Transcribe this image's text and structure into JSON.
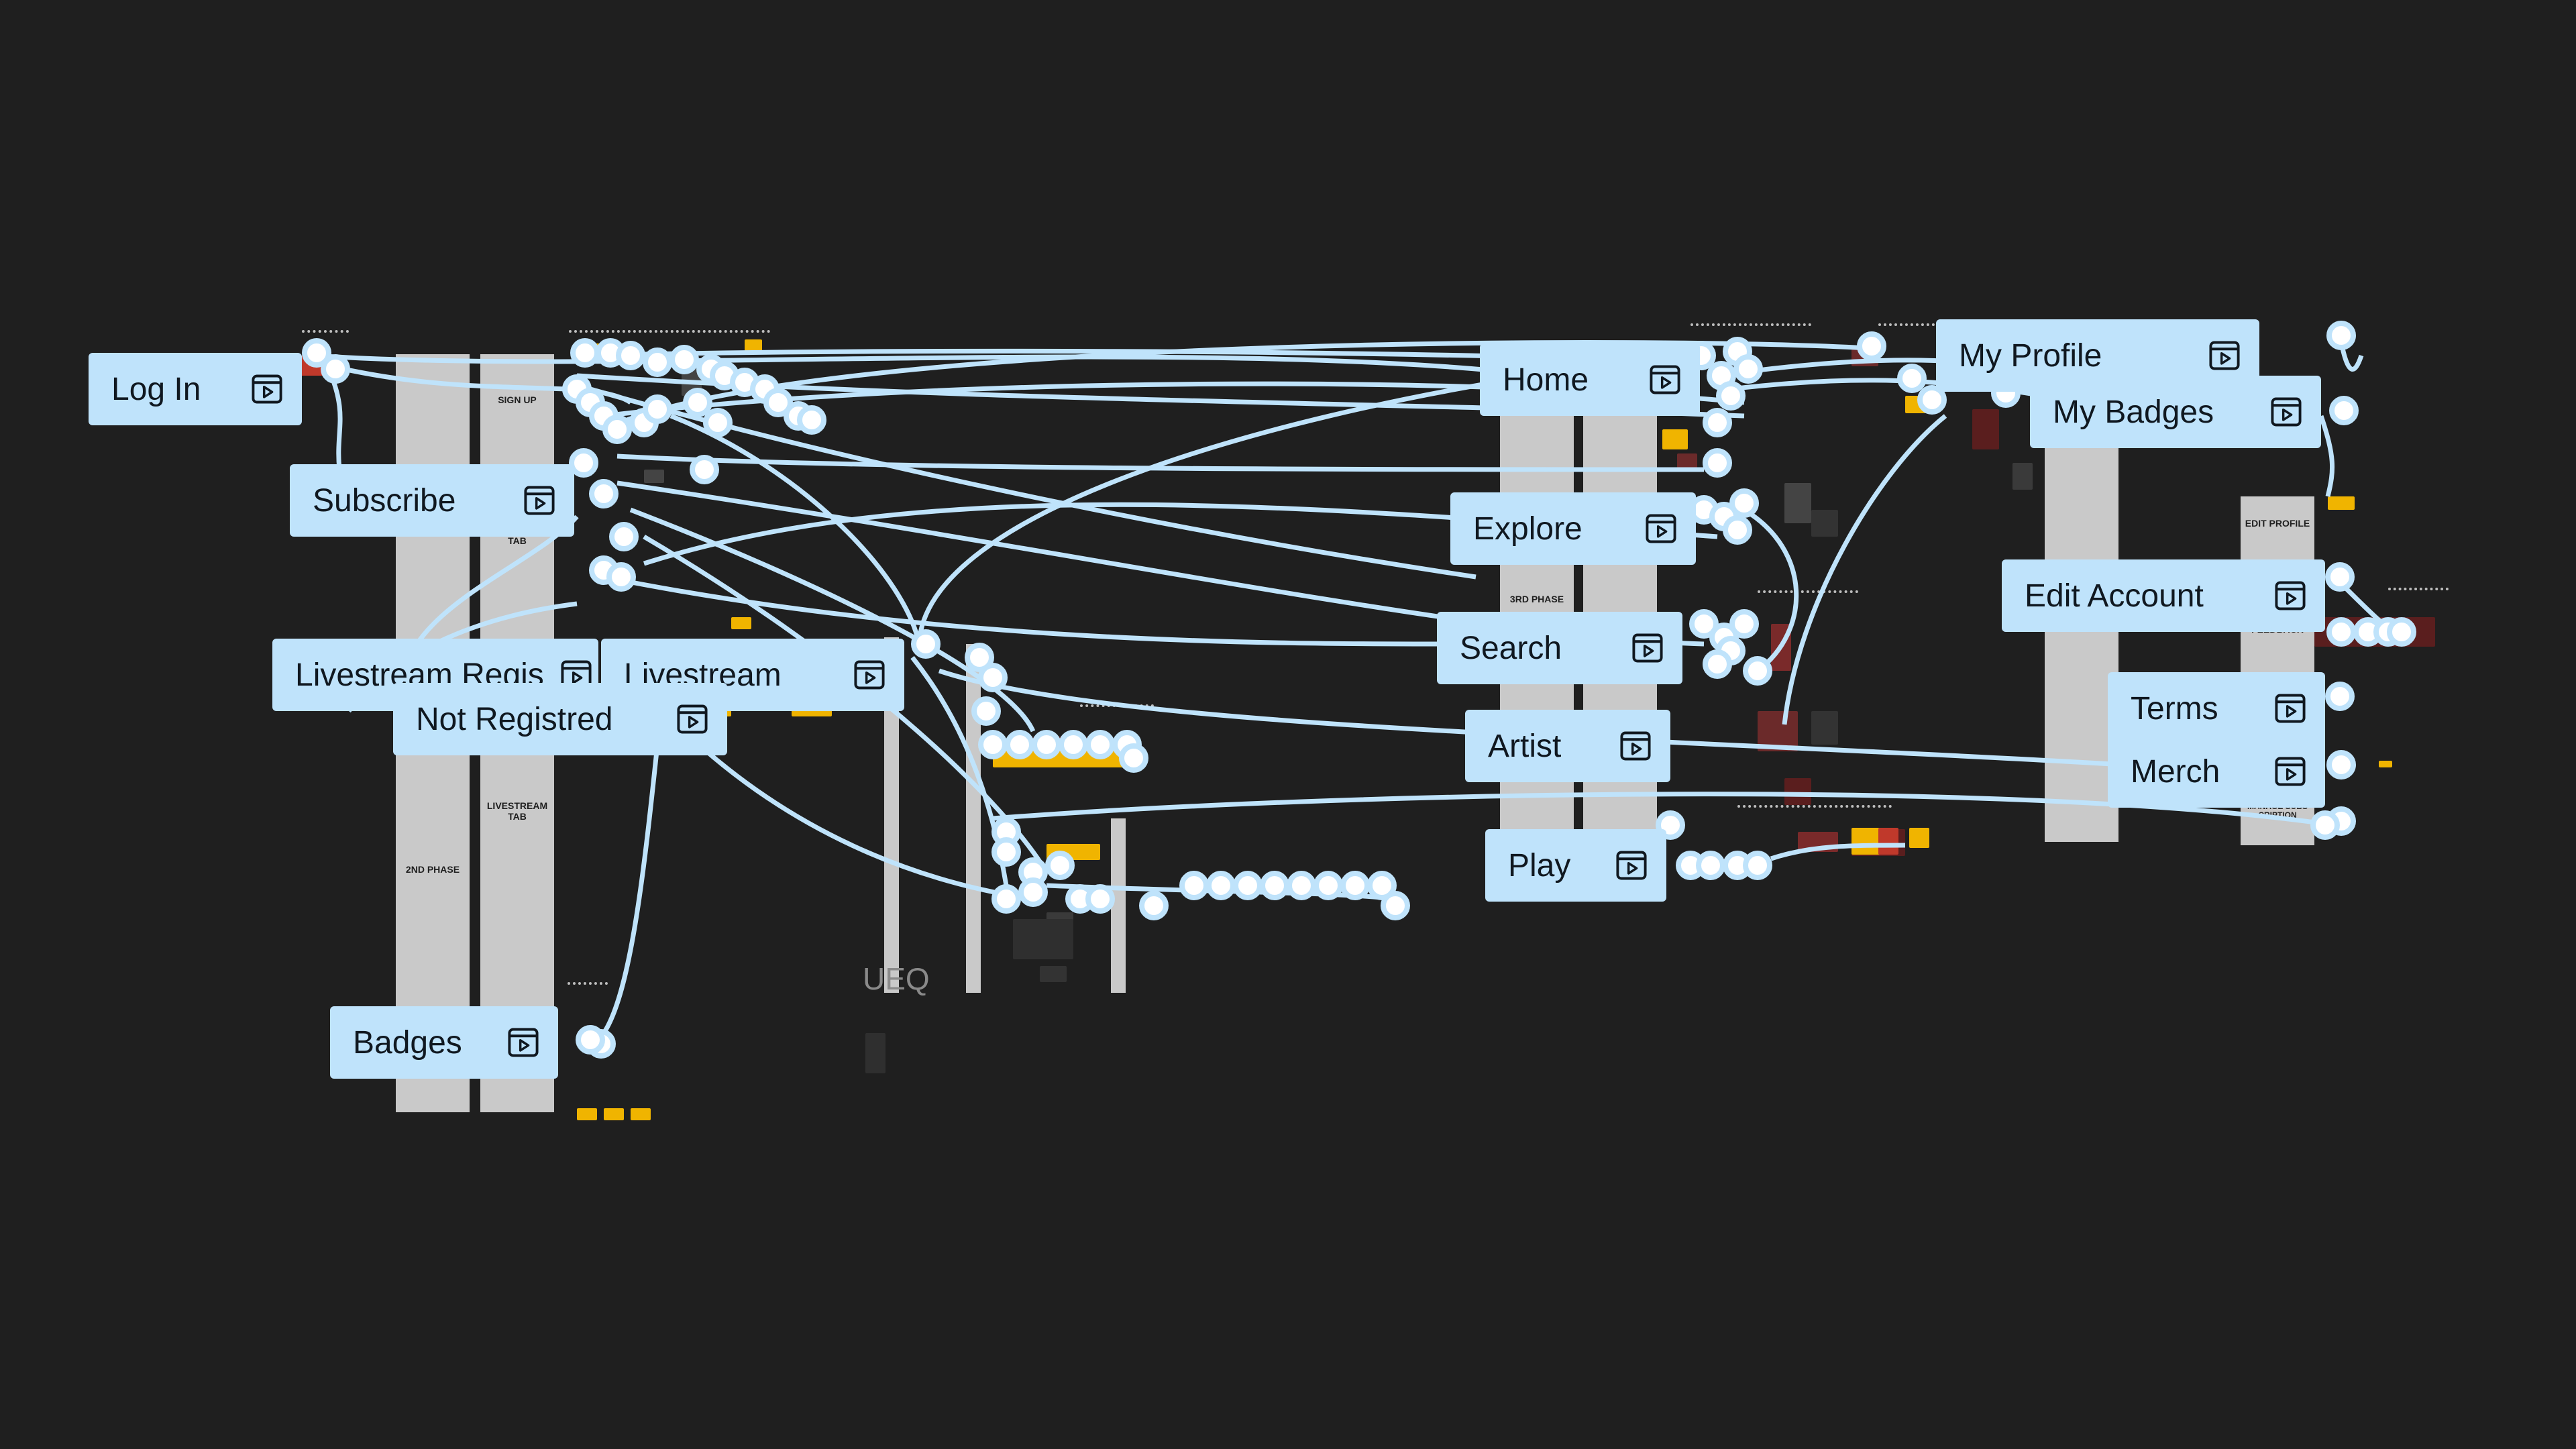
{
  "canvas": {
    "background": "#1f1f1f",
    "connection_color": "#bfe3fb",
    "note": "UEQ"
  },
  "flows": [
    {
      "id": "login",
      "label": "Log In",
      "icon": "play-frame-icon"
    },
    {
      "id": "subscribe",
      "label": "Subscribe",
      "icon": "play-frame-icon"
    },
    {
      "id": "livestream-registered",
      "label": "Livestream Regis",
      "icon": "play-frame-icon"
    },
    {
      "id": "livestream",
      "label": "Livestream",
      "icon": "play-frame-icon"
    },
    {
      "id": "not-registered",
      "label": "Not Registred",
      "icon": "play-frame-icon"
    },
    {
      "id": "badges",
      "label": "Badges",
      "icon": "play-frame-icon"
    },
    {
      "id": "home",
      "label": "Home",
      "icon": "play-frame-icon"
    },
    {
      "id": "explore",
      "label": "Explore",
      "icon": "play-frame-icon"
    },
    {
      "id": "search",
      "label": "Search",
      "icon": "play-frame-icon"
    },
    {
      "id": "artist",
      "label": "Artist",
      "icon": "play-frame-icon"
    },
    {
      "id": "play",
      "label": "Play",
      "icon": "play-frame-icon"
    },
    {
      "id": "my-profile",
      "label": "My Profile",
      "icon": "play-frame-icon"
    },
    {
      "id": "my-badges",
      "label": "My Badges",
      "icon": "play-frame-icon"
    },
    {
      "id": "edit-account",
      "label": "Edit Account",
      "icon": "play-frame-icon"
    },
    {
      "id": "terms",
      "label": "Terms",
      "icon": "play-frame-icon"
    },
    {
      "id": "merch",
      "label": "Merch",
      "icon": "play-frame-icon"
    }
  ],
  "sections": {
    "sign_up": "SIGN UP",
    "tab": "TAB",
    "second_phase": "2ND PHASE",
    "livestream_tab": "LIVESTREAM TAB",
    "third_phase": "3RD PHASE",
    "edit_profile": "EDIT PROFILE",
    "feedback": "FEEDBACK",
    "manage_subscription": "MANAGE SUBS CRIPTION"
  }
}
